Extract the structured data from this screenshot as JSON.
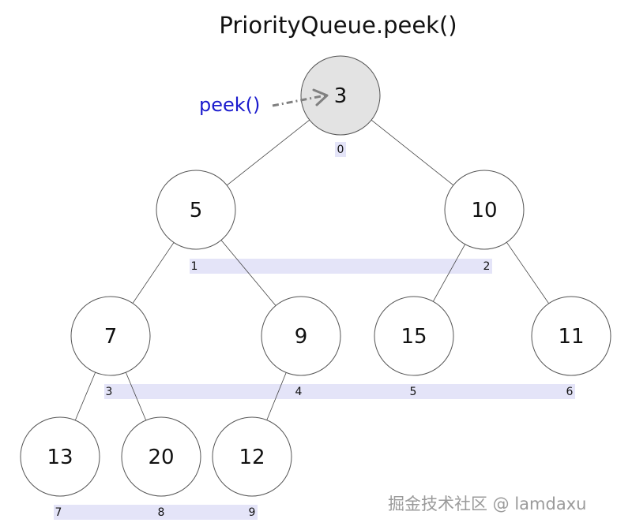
{
  "title": "PriorityQueue.peek()",
  "peek_label": "peek()",
  "watermark": "掘金技术社区 @ lamdaxu",
  "colors": {
    "band": "#e4e4f8",
    "root_fill": "#e3e3e3",
    "node_fill": "#ffffff",
    "peek_text": "#1a1acd",
    "arrow": "#808080"
  },
  "heap": {
    "nodes": [
      {
        "index": "0",
        "value": "3"
      },
      {
        "index": "1",
        "value": "5"
      },
      {
        "index": "2",
        "value": "10"
      },
      {
        "index": "3",
        "value": "7"
      },
      {
        "index": "4",
        "value": "9"
      },
      {
        "index": "5",
        "value": "15"
      },
      {
        "index": "6",
        "value": "11"
      },
      {
        "index": "7",
        "value": "13"
      },
      {
        "index": "8",
        "value": "20"
      },
      {
        "index": "9",
        "value": "12"
      }
    ],
    "edges": [
      [
        0,
        1
      ],
      [
        0,
        2
      ],
      [
        1,
        3
      ],
      [
        1,
        4
      ],
      [
        2,
        5
      ],
      [
        2,
        6
      ],
      [
        3,
        7
      ],
      [
        3,
        8
      ],
      [
        4,
        9
      ]
    ],
    "highlighted": "0"
  }
}
